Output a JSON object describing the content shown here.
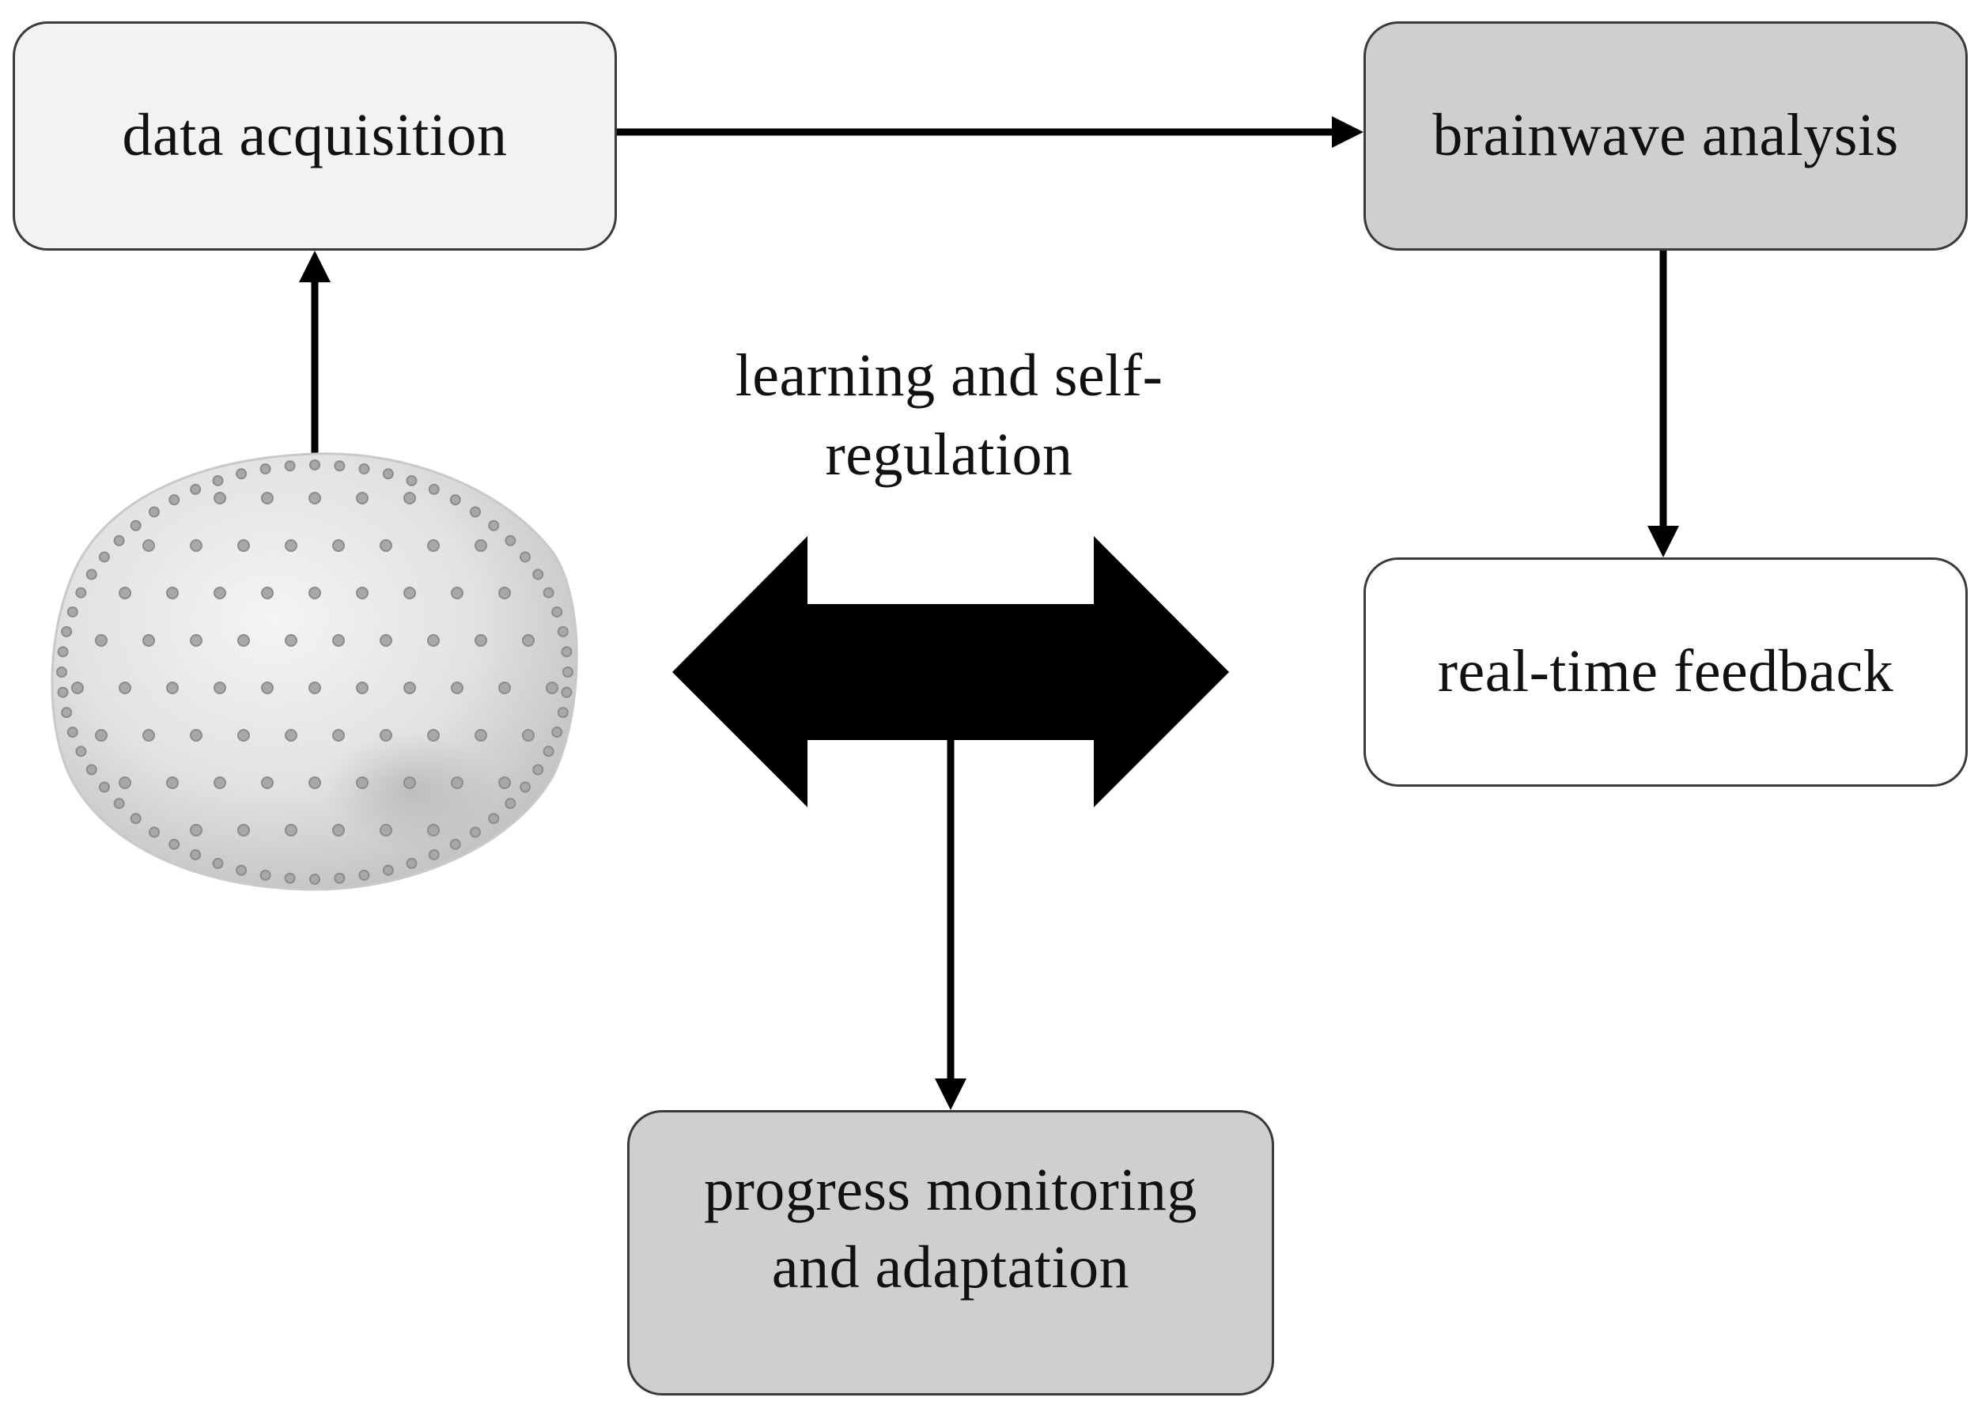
{
  "nodes": {
    "data_acquisition": "data acquisition",
    "brainwave_analysis": "brainwave analysis",
    "realtime_feedback": "real-time feedback",
    "progress_monitoring": {
      "line1": "progress monitoring",
      "line2": "and adaptation"
    }
  },
  "center_label": {
    "line1": "learning and self-",
    "line2": "regulation"
  },
  "colors": {
    "light_box": "#f2f2f2",
    "dark_box": "#cfcfcf",
    "white_box": "#ffffff",
    "arrow": "#000000",
    "border": "#3a3a3a"
  }
}
